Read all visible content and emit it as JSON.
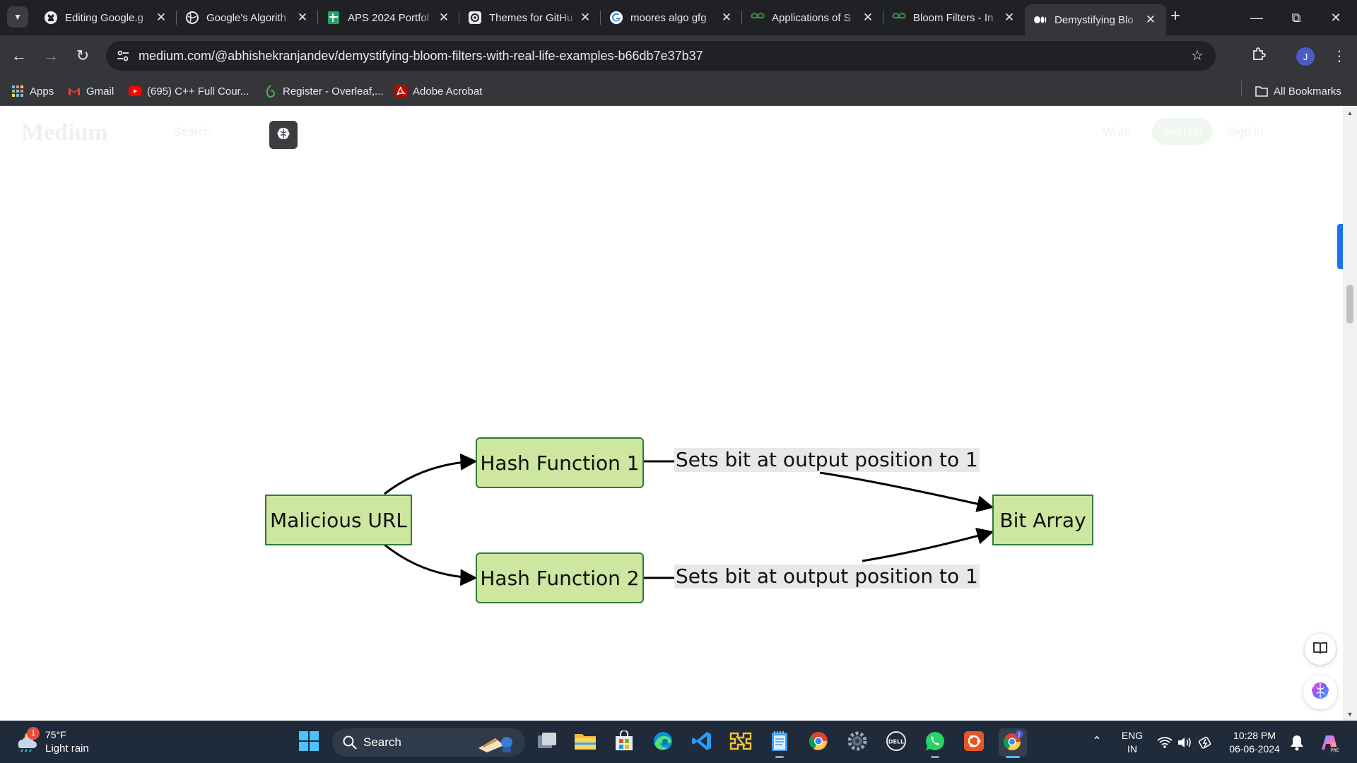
{
  "browser": {
    "tabs": [
      {
        "title": "Editing Google.g",
        "icon": "github-icon"
      },
      {
        "title": "Google's Algorith",
        "icon": "globe-icon"
      },
      {
        "title": "APS 2024 Portfol",
        "icon": "sheets-icon"
      },
      {
        "title": "Themes for GitHu",
        "icon": "chatgpt-icon"
      },
      {
        "title": "moores algo gfg",
        "icon": "google-icon"
      },
      {
        "title": "Applications of S",
        "icon": "gfg-icon"
      },
      {
        "title": "Bloom Filters - In",
        "icon": "gfg-icon"
      },
      {
        "title": "Demystifying Blo",
        "icon": "medium-icon",
        "active": true
      }
    ],
    "address": {
      "url": "medium.com/@abhishekranjandev/demystifying-bloom-filters-with-real-life-examples-b66db7e37b37"
    },
    "profile_initial": "J",
    "bookmarks": [
      {
        "label": "Apps",
        "icon": "apps-grid-icon"
      },
      {
        "label": "Gmail",
        "icon": "gmail-icon"
      },
      {
        "label": "(695) C++ Full Cour...",
        "icon": "youtube-icon"
      },
      {
        "label": "Register - Overleaf,...",
        "icon": "overleaf-icon"
      },
      {
        "label": "Adobe Acrobat",
        "icon": "acrobat-icon"
      }
    ],
    "all_bookmarks_label": "All Bookmarks"
  },
  "medium_header": {
    "logo": "Medium",
    "search": "Search",
    "write": "Write",
    "sign_up": "Sign up",
    "sign_in": "Sign in"
  },
  "diagram": {
    "nodes": {
      "source": "Malicious URL",
      "hash1": "Hash Function 1",
      "hash2": "Hash Function 2",
      "target": "Bit Array"
    },
    "edge_labels": {
      "hash1_to_target": "Sets bit at output position to 1",
      "hash2_to_target": "Sets bit at output position to 1"
    }
  },
  "taskbar": {
    "weather": {
      "temp": "75°F",
      "desc": "Light rain",
      "badge": "1"
    },
    "search_placeholder": "Search",
    "apps": [
      "windows-start-icon",
      "task-view-icon",
      "file-explorer-icon",
      "ms-store-icon",
      "edge-icon",
      "vscode-icon",
      "unknown-app-icon",
      "notepad-icon",
      "chrome-icon",
      "settings-icon",
      "dell-icon",
      "whatsapp-icon",
      "ubuntu-icon",
      "chrome-profile-icon"
    ],
    "lang_line1": "ENG",
    "lang_line2": "IN",
    "time": "10:28 PM",
    "date": "06-06-2024"
  }
}
